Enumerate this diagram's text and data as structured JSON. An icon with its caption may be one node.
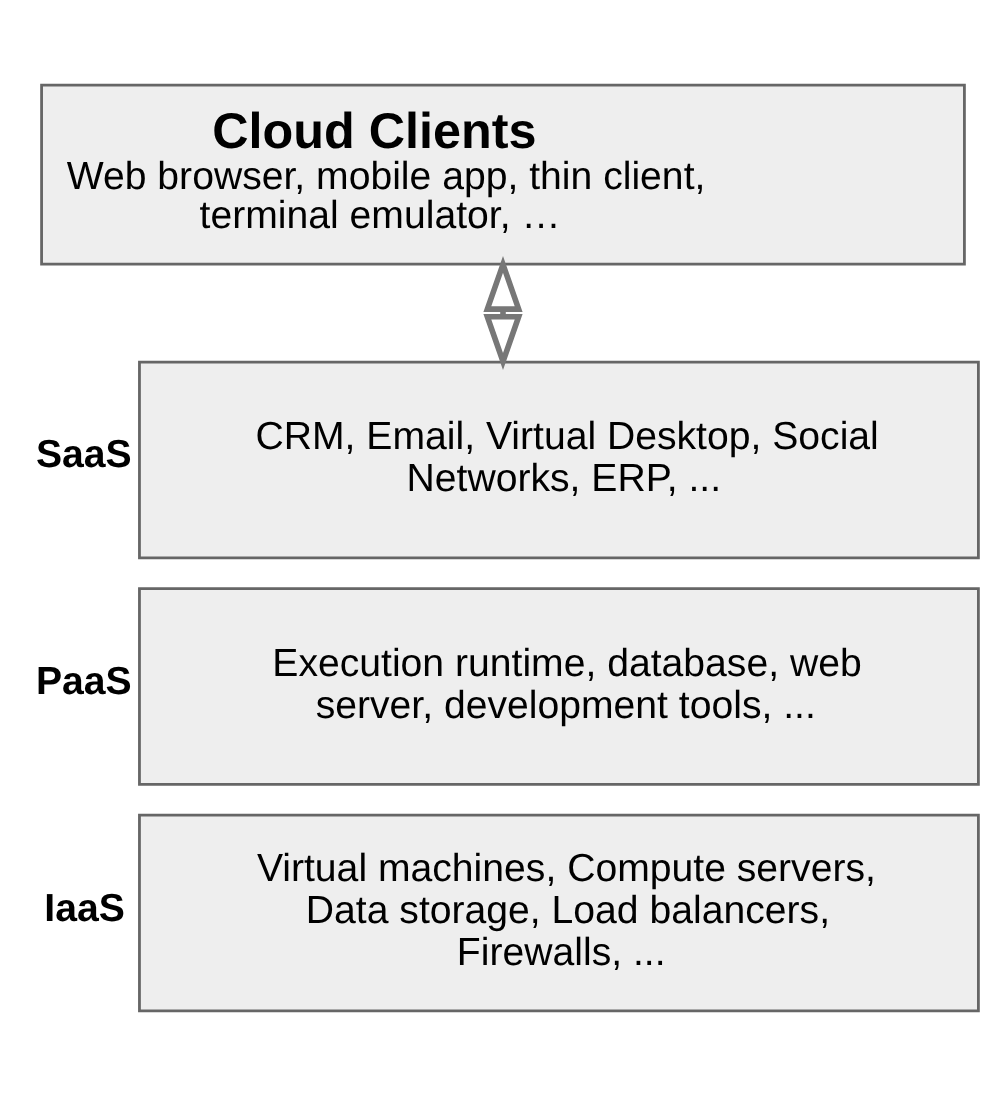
{
  "diagram": {
    "nodes": [
      {
        "text": [
          "Cloud Clients",
          "Web browser, mobile app, thin client, terminal emulator, …"
        ]
      },
      {
        "text": [
          "SaaS",
          "CRM, Email, Virtual Desktop, Social Networks, ERP, ..."
        ]
      },
      {
        "text": [
          "PaaS",
          "Execution runtime, database, web server, development tools, ..."
        ]
      },
      {
        "text": [
          "IaaS",
          "Virtual machines, Compute servers, Data storage, Load balancers, Firewalls, ..."
        ]
      }
    ],
    "edges": [
      {
        "from": 0,
        "to": 1,
        "arrow": "both"
      }
    ]
  }
}
